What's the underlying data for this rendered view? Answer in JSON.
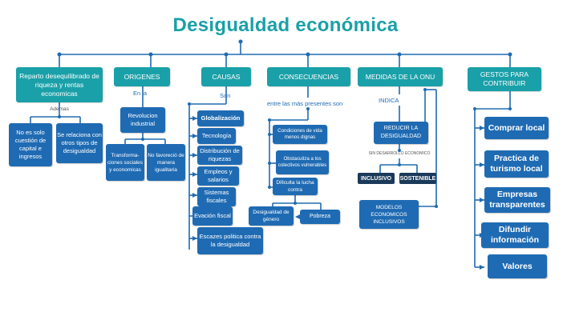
{
  "title": "Desigualdad económica",
  "colors": {
    "teal": "#1aa0a8",
    "blue": "#1f6bb3",
    "navy": "#1b3a5a"
  },
  "headers": {
    "reparto": "Reparto desequilibrado de riqueza y rentas economicas",
    "origenes": "ORIGENES",
    "causas": "CAUSAS",
    "consecuencias": "CONSECUENCIAS",
    "medidas": "MEDIDAS DE LA ONU",
    "gestos": "GESTOS PARA CONTRIBUIR"
  },
  "connectors": {
    "ademas": "Ademas",
    "en_la": "En la",
    "son": "Son",
    "entre": "entre las más presentes son",
    "indica": "INDICA",
    "sin_desarrollo": "SIN DESARROLLO ECONOMICO"
  },
  "reparto_items": [
    "No es solo cuestión de capital e ingresos",
    "Se relaciona con otros tipos de desigualdad"
  ],
  "origenes": {
    "revolucion": "Revolucion industrial",
    "items": [
      "Transforma-ciones sociales y economicas",
      "No favoreció de manera igualitaria"
    ]
  },
  "causas_items": [
    "Globalización",
    "Tecnología",
    "Distribución de riquezas",
    "Empleos y salarios",
    "Sistemas fiscales",
    "Evación fiscal",
    "Escazes politica contra la desigualdad"
  ],
  "consecuencias_items": [
    "Condiciones de vida menos dignas",
    "Obstaculiza a los colectivos vulnerables",
    "Dificulta la lucha contra",
    "Desigualdad de género",
    "Pobreza"
  ],
  "medidas": {
    "reducir": "REDUCIR LA DESIGUALDAD",
    "inclusivo": "INCLUSIVO",
    "sostenible": "SOSTENIBLE",
    "modelos": "MODELOS ECONOMICOS INCLUSIVOS"
  },
  "gestos_items": [
    "Comprar local",
    "Practica de turismo local",
    "Empresas transparentes",
    "Difundir información",
    "Valores"
  ]
}
